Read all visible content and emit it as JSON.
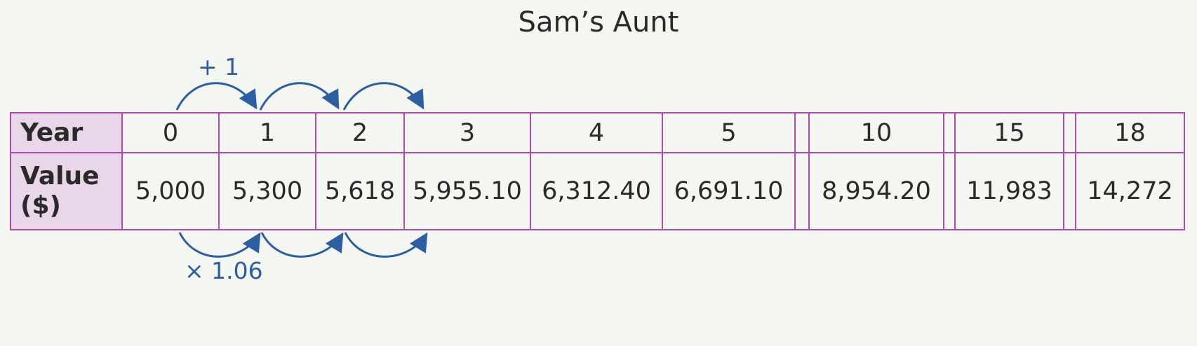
{
  "title": "Sam’s Aunt",
  "table": {
    "row_headers": [
      "Year",
      "Value ($)"
    ],
    "years": [
      "0",
      "1",
      "2",
      "3",
      "4",
      "5",
      "10",
      "15",
      "18"
    ],
    "values": [
      "5,000",
      "5,300",
      "5,618",
      "5,955.10",
      "6,312.40",
      "6,691.10",
      "8,954.20",
      "11,983",
      "14,272"
    ]
  },
  "annotations": {
    "top_label": "+ 1",
    "bottom_label": "× 1.06"
  },
  "colors": {
    "border": "#b04aa8",
    "header_fill": "#e9d7e9",
    "arrow": "#2b5ea3"
  }
}
